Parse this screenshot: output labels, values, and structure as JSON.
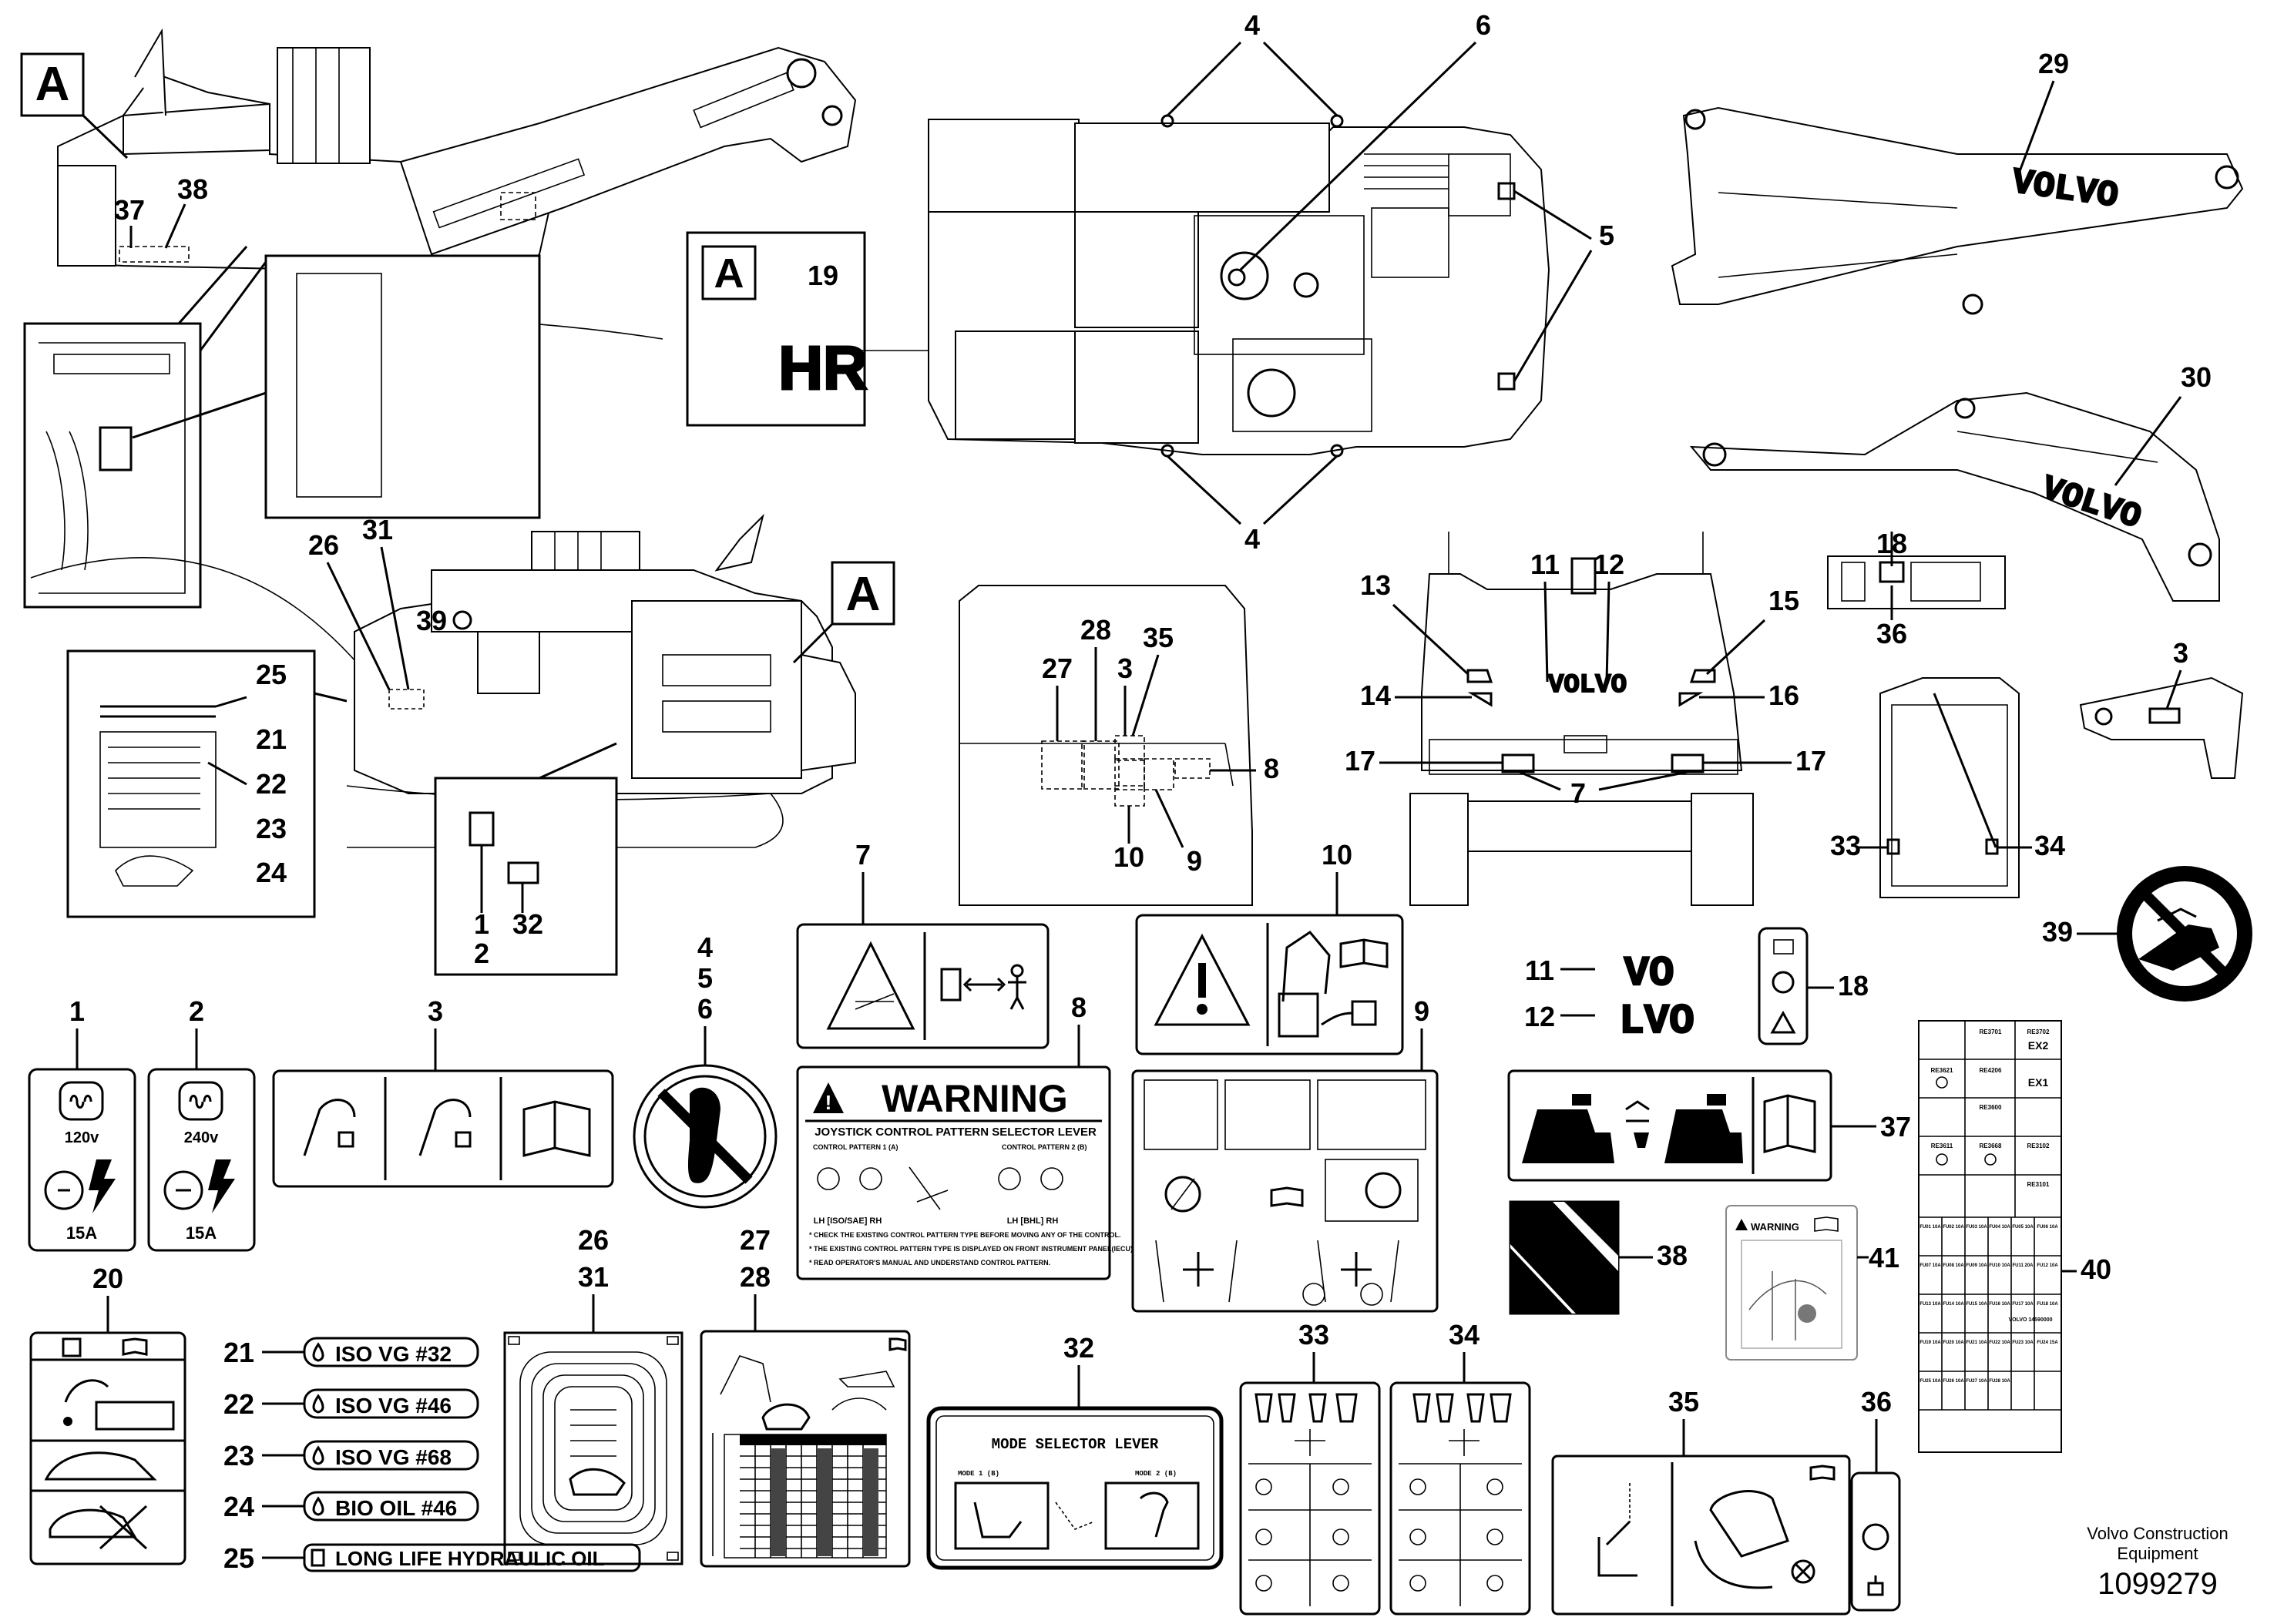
{
  "callouts": {
    "c1": "1",
    "c2": "2",
    "c3": "3",
    "c4": "4",
    "c5": "5",
    "c6": "6",
    "c7": "7",
    "c8": "8",
    "c9": "9",
    "c10": "10",
    "c11": "11",
    "c12": "12",
    "c13": "13",
    "c14": "14",
    "c15": "15",
    "c16": "16",
    "c17": "17",
    "c18": "18",
    "c19": "19",
    "c20": "20",
    "c21": "21",
    "c22": "22",
    "c23": "23",
    "c24": "24",
    "c25": "25",
    "c26": "26",
    "c27": "27",
    "c28": "28",
    "c29": "29",
    "c30": "30",
    "c31": "31",
    "c32": "32",
    "c33": "33",
    "c34": "34",
    "c35": "35",
    "c36": "36",
    "c37": "37",
    "c38": "38",
    "c39": "39",
    "c40": "40",
    "c41": "41"
  },
  "view_marker": "A",
  "decal_19_text": "HR",
  "logo_text": "VOLVO",
  "decal_11_text": "VO",
  "decal_12_text": "LVO",
  "socket_1": {
    "voltage": "120v",
    "amps": "15A"
  },
  "socket_2": {
    "voltage": "240v",
    "amps": "15A"
  },
  "oil_labels": {
    "l21": "ISO VG #32",
    "l22": "ISO VG #46",
    "l23": "ISO VG #68",
    "l24": "BIO OIL #46",
    "l25": "LONG LIFE HYDRAULIC OIL"
  },
  "warning_decal": {
    "header": "WARNING",
    "title": "JOYSTICK CONTROL PATTERN SELECTOR LEVER",
    "control_a": "CONTROL PATTERN 1 (A)",
    "control_b": "CONTROL PATTERN 2 (B)",
    "left_caption": "LH  [ISO/SAE]  RH",
    "right_caption": "LH  [BHL]  RH",
    "notes": [
      "* CHECK THE EXISTING CONTROL PATTERN TYPE BEFORE MOVING ANY OF THE CONTROL.",
      "* THE EXISTING CONTROL PATTERN TYPE IS DISPLAYED ON FRONT INSTRUMENT PANEL(IECU).",
      "* READ OPERATOR'S MANUAL AND UNDERSTAND CONTROL PATTERN."
    ]
  },
  "mode_selector": {
    "title": "MODE SELECTOR LEVER",
    "mode1": "MODE 1 (B)",
    "mode2": "MODE 2 (B)"
  },
  "decal_41_header": "WARNING",
  "fuse_panel": {
    "relays": [
      "RE3701",
      "RE3702",
      "EX2",
      "RE3621",
      "RE4206",
      "EX1",
      "RE3600",
      "RE3611",
      "RE3668",
      "RE3102",
      "RE3101"
    ],
    "fuses": [
      "FU01 10A",
      "FU02 10A",
      "FU03 10A",
      "FU04 10A",
      "FU05 10A",
      "FU06 10A",
      "FU07 10A",
      "FU08 10A",
      "FU09 10A",
      "FU10 10A",
      "FU11 20A",
      "FU12 10A",
      "FU13 10A",
      "FU14 10A",
      "FU15 10A",
      "FU16 10A",
      "FU17 10A",
      "FU18 10A",
      "FU19 10A",
      "FU20 10A",
      "FU21 10A",
      "FU22 10A",
      "FU23 10A",
      "FU24 15A",
      "FU25 10A",
      "FU26 10A",
      "FU27 10A",
      "FU28 10A"
    ],
    "footer": "VOLVO 14590000"
  },
  "footer": {
    "brand_line1": "Volvo Construction",
    "brand_line2": "Equipment",
    "part_id": "1099279"
  }
}
